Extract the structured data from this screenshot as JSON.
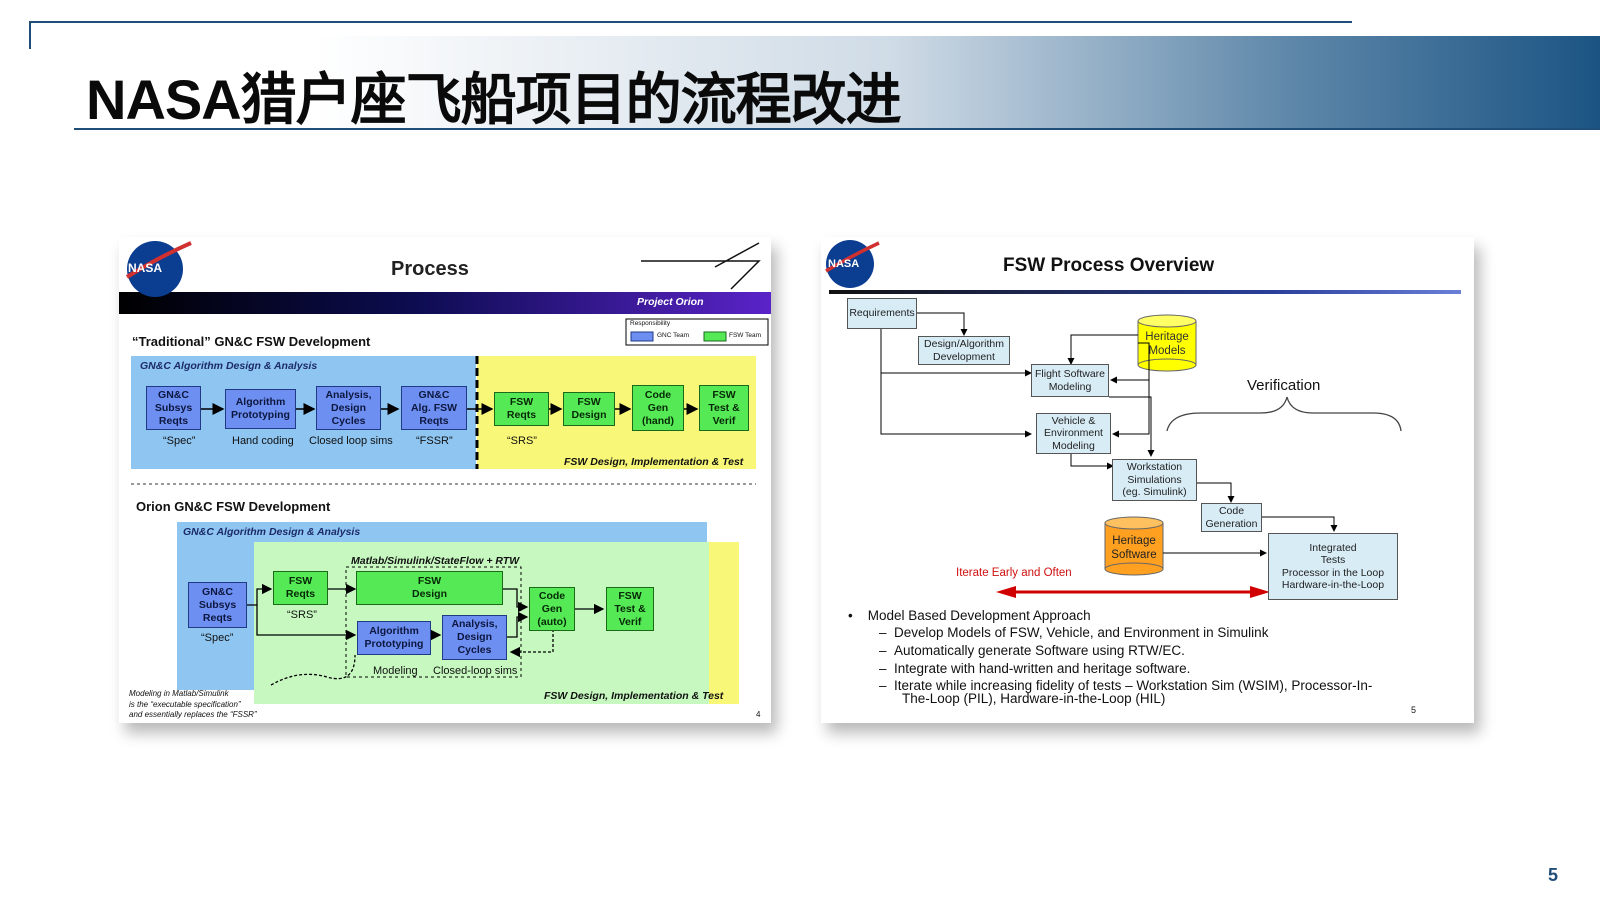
{
  "slide": {
    "title": "NASA猎户座飞船项目的流程改进",
    "page_number": "5",
    "colors": {
      "title_band_start": "#ffffff",
      "title_band_end": "#1b5483",
      "accent_line": "#1f4e79"
    }
  },
  "left_panel": {
    "logo_text": "NASA",
    "title": "Process",
    "banner": "Project Orion",
    "legend": {
      "title": "Responsibility",
      "gnc": "GNC Team",
      "fsw": "FSW Team"
    },
    "traditional": {
      "heading": "“Traditional” GN&C FSW Development",
      "blue_region_label": "GN&C Algorithm Design & Analysis",
      "yellow_region_label": "FSW Design, Implementation & Test",
      "boxes": [
        "GN&C\nSubsys\nReqts",
        "Algorithm\nPrototyping",
        "Analysis,\nDesign\nCycles",
        "GN&C\nAlg. FSW\nReqts",
        "FSW\nReqts",
        "FSW\nDesign",
        "Code\nGen\n(hand)",
        "FSW\nTest &\nVerif"
      ],
      "captions": [
        "“Spec”",
        "Hand coding",
        "Closed loop sims",
        "“FSSR”",
        "“SRS”"
      ]
    },
    "orion": {
      "heading": "Orion GN&C FSW Development",
      "blue_region_label": "GN&C Algorithm Design & Analysis",
      "tool_label": "Matlab/Simulink/StateFlow + RTW",
      "yellow_region_label": "FSW Design, Implementation & Test",
      "boxes": [
        "GN&C\nSubsys\nReqts",
        "FSW\nReqts",
        "FSW\nDesign",
        "Algorithm\nPrototyping",
        "Analysis,\nDesign\nCycles",
        "Code\nGen\n(auto)",
        "FSW\nTest &\nVerif"
      ],
      "captions": [
        "“Spec”",
        "“SRS”",
        "Modeling",
        "Closed-loop sims"
      ]
    },
    "footnote": "Modeling in Matlab/Simulink\nis the “executable specification”\nand essentially replaces the “FSSR”",
    "page_number": "4"
  },
  "right_panel": {
    "logo_text": "NASA",
    "title": "FSW Process Overview",
    "boxes": {
      "requirements": "Requirements",
      "design": "Design/Algorithm\nDevelopment",
      "fsw_modeling": "Flight Software\nModeling",
      "vehicle": "Vehicle &\nEnvironment\nModeling",
      "workstation": "Workstation\nSimulations\n(eg. Simulink)",
      "code_gen": "Code\nGeneration",
      "integrated": "Integrated\nTests\nProcessor in the Loop\nHardware-in-the-Loop"
    },
    "heritage_models": "Heritage\nModels",
    "heritage_software": "Heritage\nSoftware",
    "verification": "Verification",
    "iterate": "Iterate Early and Often",
    "bullet_main": "Model Based Development Approach",
    "sub_bullets": [
      "Develop Models of FSW, Vehicle, and Environment in Simulink",
      "Automatically generate Software using RTW/EC.",
      "Integrate with hand-written and heritage software.",
      "Iterate while increasing fidelity of tests – Workstation Sim (WSIM), Processor-In-",
      "The-Loop (PIL), Hardware-in-the-Loop (HIL)"
    ],
    "page_number": "5"
  }
}
